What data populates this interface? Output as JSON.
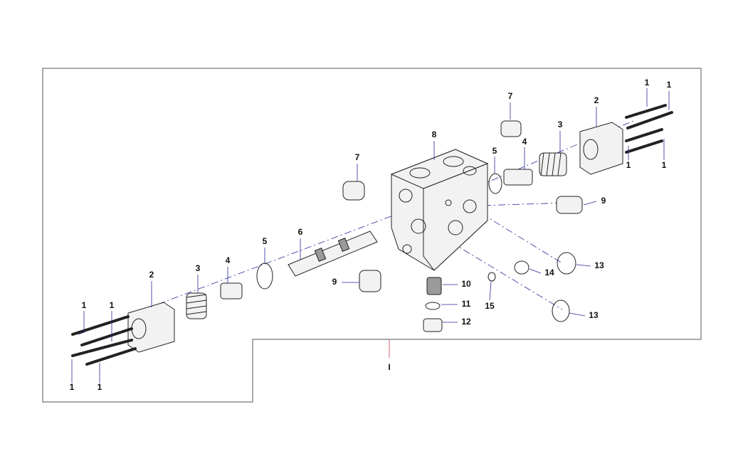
{
  "diagram": {
    "assembly_label": "I",
    "callouts": {
      "c1a": "1",
      "c1b": "1",
      "c1c": "1",
      "c1d": "1",
      "c1e": "1",
      "c1f": "1",
      "c1g": "1",
      "c1h": "1",
      "c2a": "2",
      "c2b": "2",
      "c3a": "3",
      "c3b": "3",
      "c4a": "4",
      "c4b": "4",
      "c5a": "5",
      "c5b": "5",
      "c6": "6",
      "c7a": "7",
      "c7b": "7",
      "c8": "8",
      "c9a": "9",
      "c9b": "9",
      "c10": "10",
      "c11": "11",
      "c12": "12",
      "c13a": "13",
      "c13b": "13",
      "c14": "14",
      "c15": "15"
    }
  }
}
